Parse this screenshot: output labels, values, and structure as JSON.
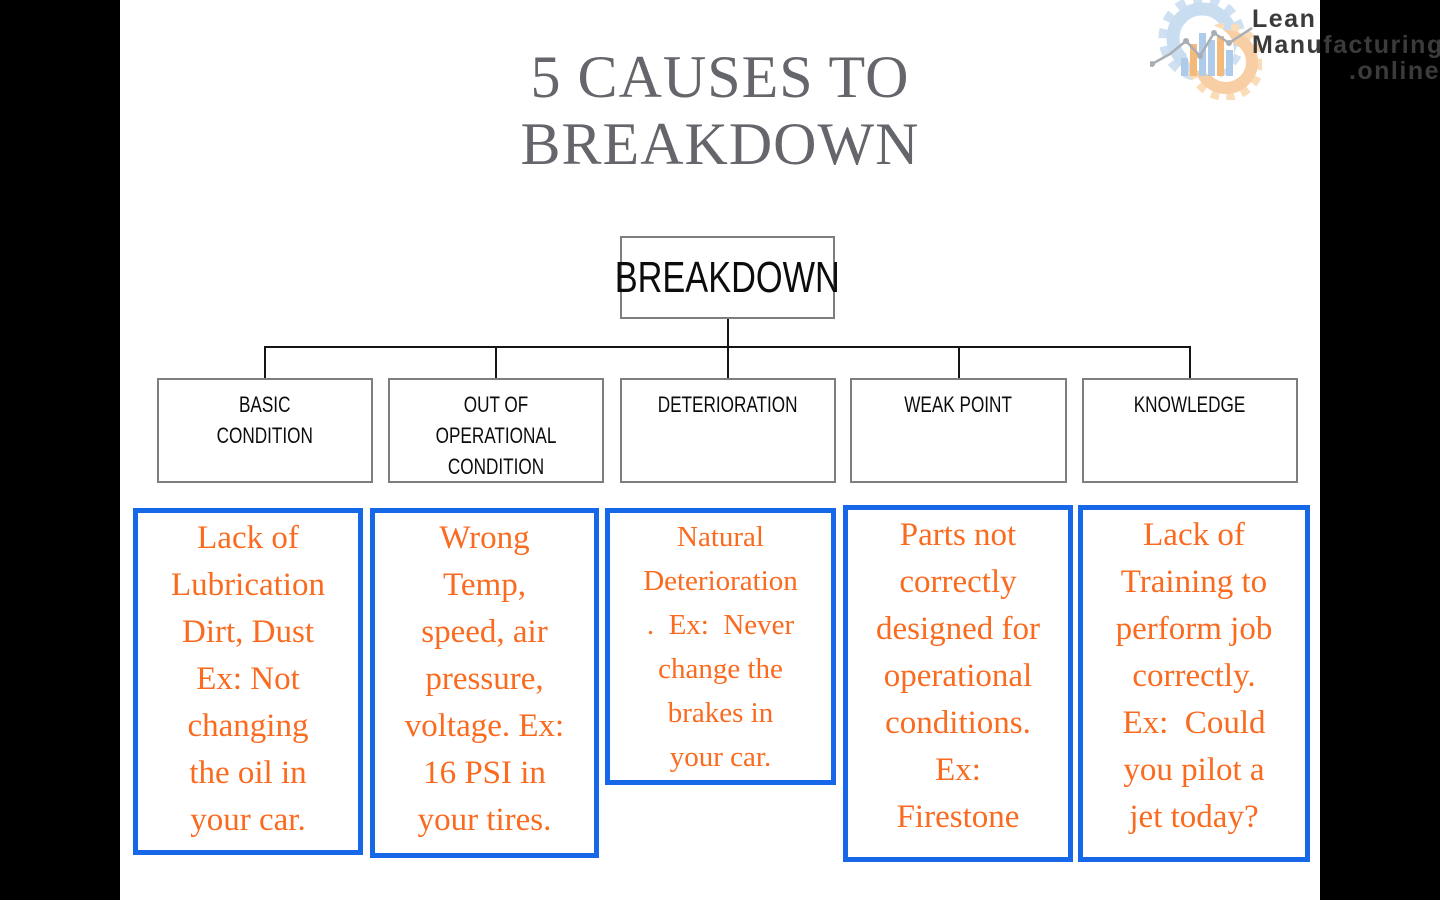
{
  "title": {
    "text": "5 CAUSES TO\nBREAKDOWN"
  },
  "logo": {
    "line1": "Lean",
    "line2": "Manufacturing",
    "line3": ".online",
    "icon": "gear-barchart-trendline-icon"
  },
  "flowchart": {
    "root": {
      "label": "BREAKDOWN"
    },
    "causes": [
      {
        "label": "BASIC\nCONDITION",
        "detail": "Lack of\nLubrication\nDirt, Dust\nEx: Not\nchanging\nthe oil in\nyour car."
      },
      {
        "label": "OUT OF OPERATIONAL\nCONDITION",
        "detail": "Wrong\nTemp,\nspeed, air\npressure,\nvoltage. Ex:\n16 PSI in\nyour tires."
      },
      {
        "label": "DETERIORATION",
        "detail": "Natural\nDeterioration\n.  Ex:  Never\nchange the\nbrakes in\nyour car."
      },
      {
        "label": "WEAK POINT",
        "detail": "Parts not\ncorrectly\ndesigned for\noperational\nconditions.\nEx:\nFirestone"
      },
      {
        "label": "KNOWLEDGE",
        "detail": "Lack of\nTraining to\nperform job\ncorrectly.\nEx:  Could\nyou pilot a\njet today?"
      }
    ]
  },
  "colors": {
    "detail_text_orange": "#fa6a1f",
    "detail_border_blue": "#1768e8",
    "title_gray": "#65666b",
    "flow_box_border_gray": "#7e7e7e",
    "connector_black": "#141414",
    "logo_text_gray": "#3b3b3b",
    "logo_gear_blue": "#c9ddf1",
    "logo_gear_orange": "#f8cfa4",
    "letterbox_black": "#000000"
  }
}
